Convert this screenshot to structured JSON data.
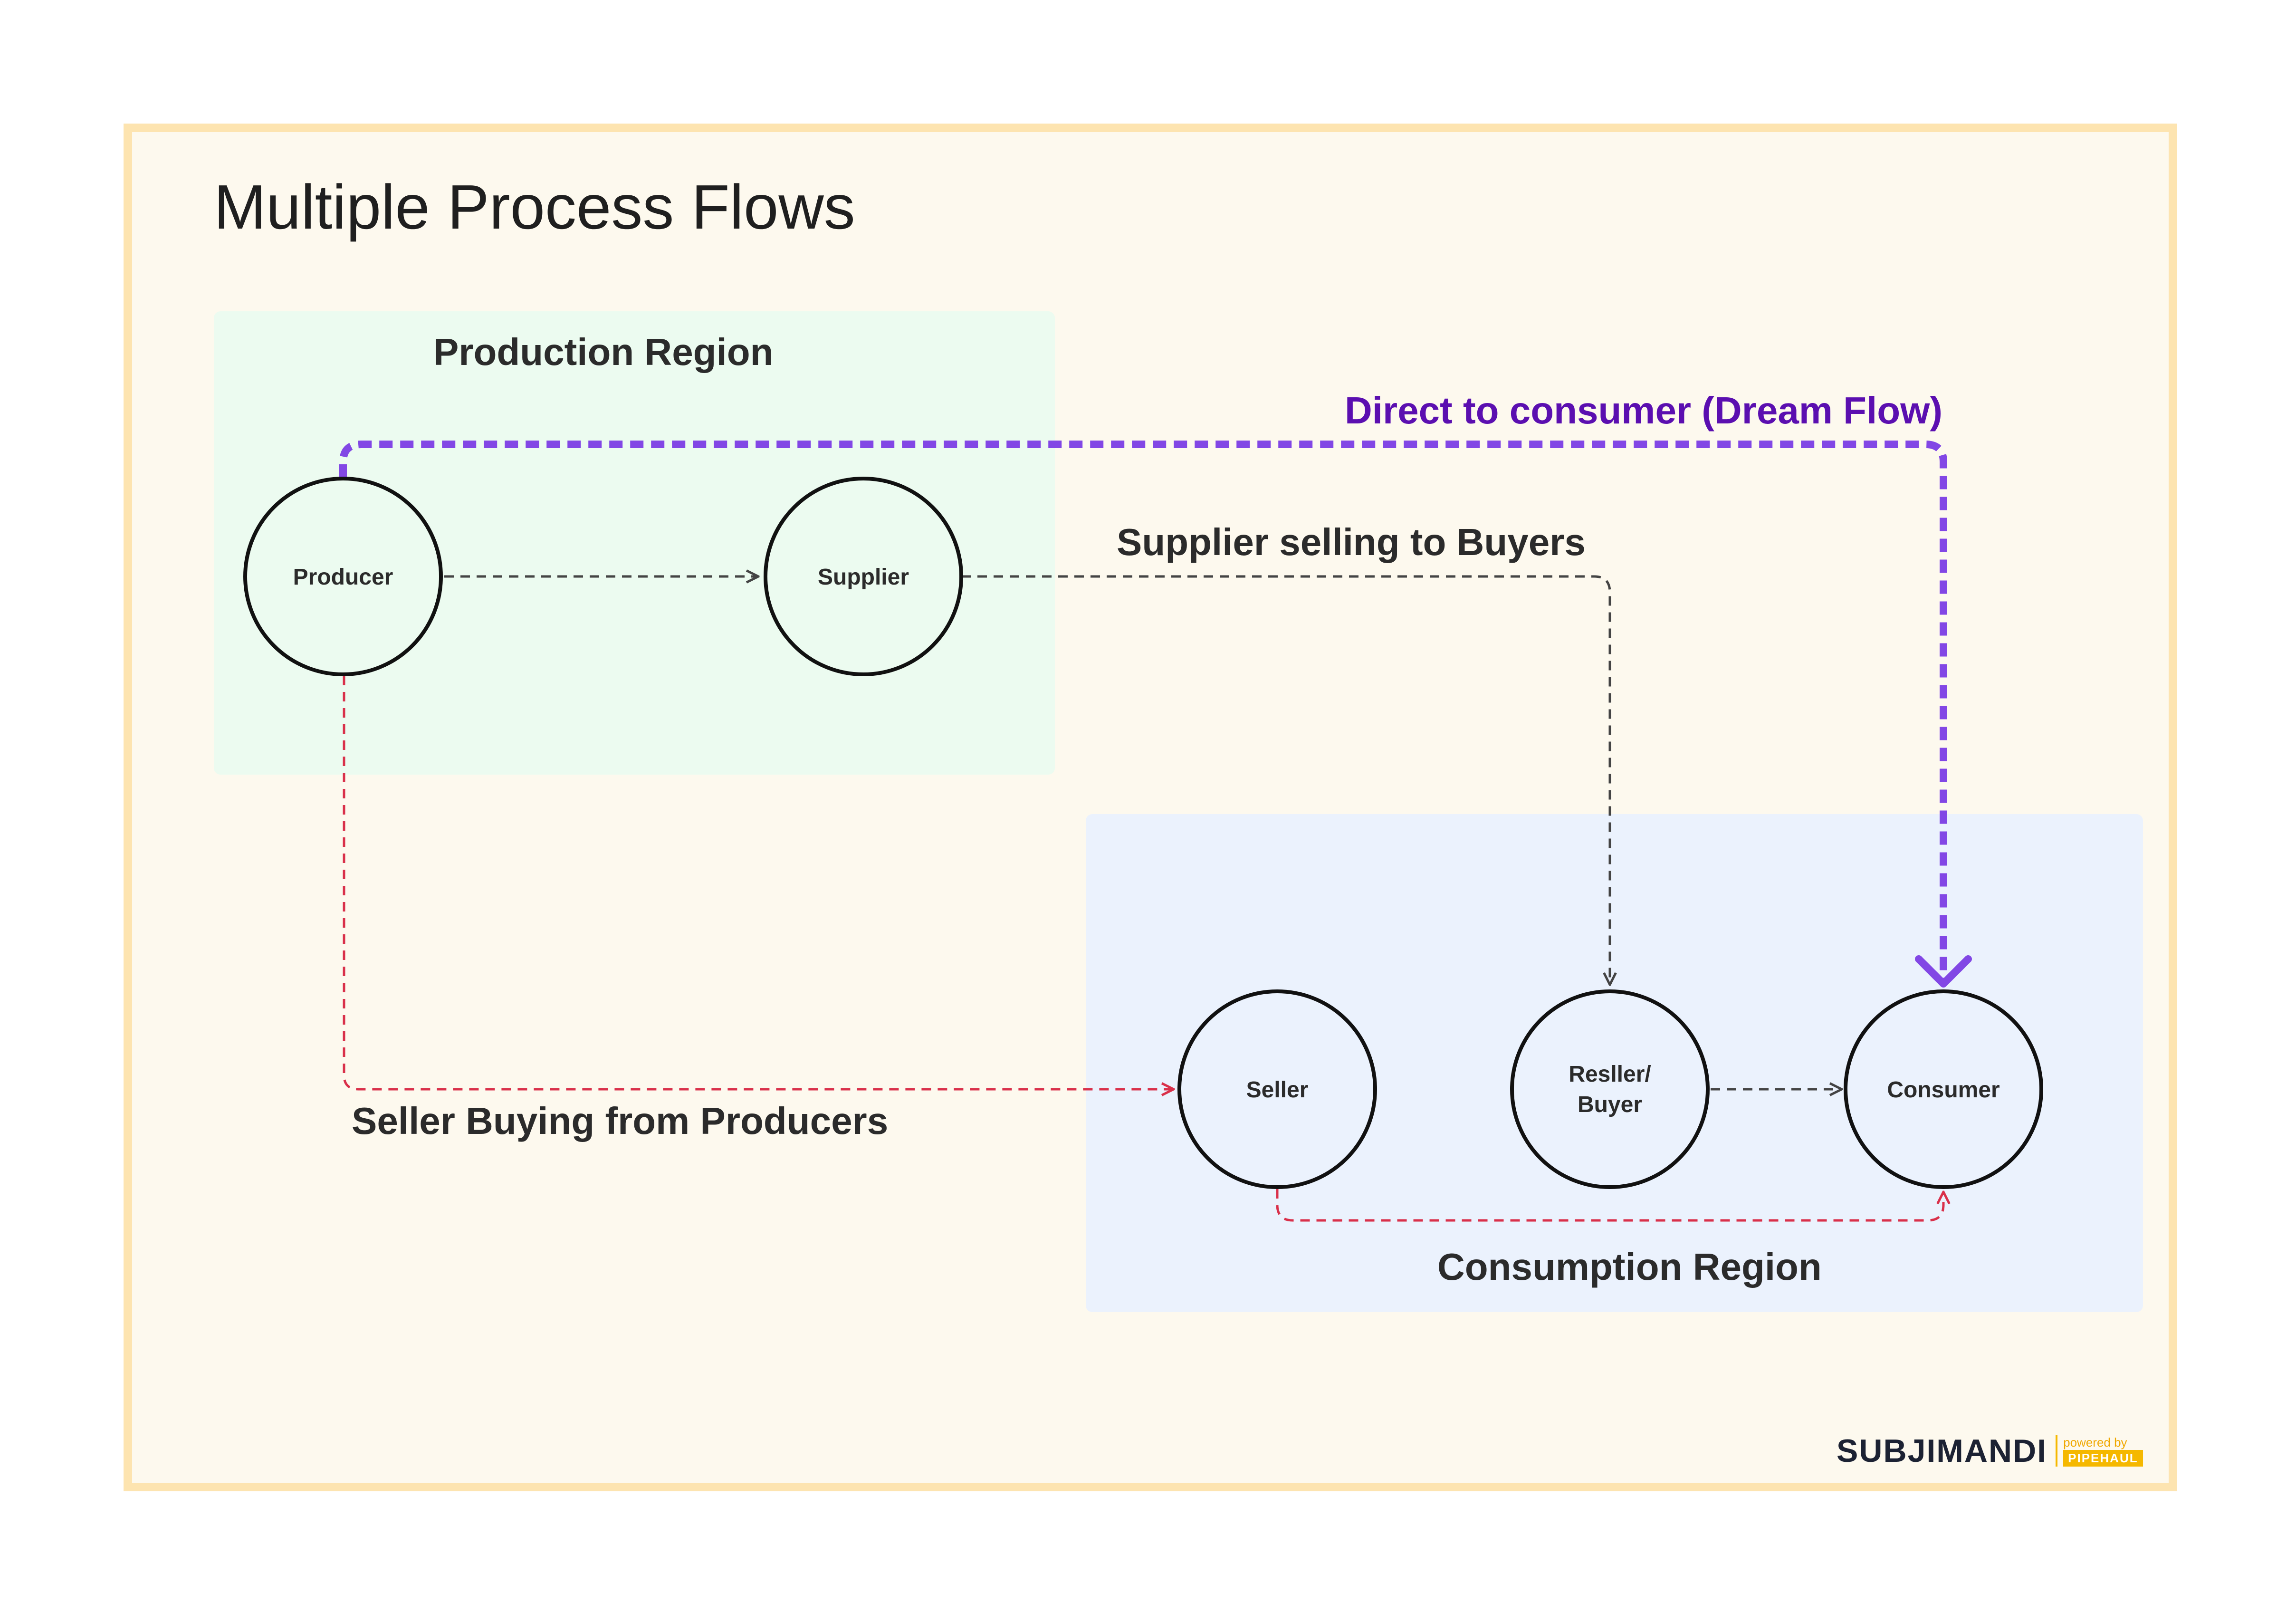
{
  "title": "Multiple Process Flows",
  "regions": {
    "production": "Production Region",
    "consumption": "Consumption Region"
  },
  "nodes": {
    "producer": "Producer",
    "supplier": "Supplier",
    "seller": "Seller",
    "reseller_line1": "Resller/",
    "reseller_line2": "Buyer",
    "consumer": "Consumer"
  },
  "flows": {
    "dream": "Direct to consumer (Dream Flow)",
    "supplier_to_buyers": "Supplier selling to Buyers",
    "seller_from_producers": "Seller Buying from Producers"
  },
  "colors": {
    "frame_border": "#fde4b0",
    "canvas": "#fdf9ee",
    "production_region": "#ecfbf0",
    "consumption_region": "#ebf2fd",
    "dream_flow": "#8247e5",
    "dream_label": "#5b0fb0",
    "seller_flow": "#d9304a",
    "neutral_flow": "#444444"
  },
  "brand": {
    "name": "SUBJIMANDI",
    "powered_by": "powered by",
    "partner": "PIPEHAUL"
  }
}
